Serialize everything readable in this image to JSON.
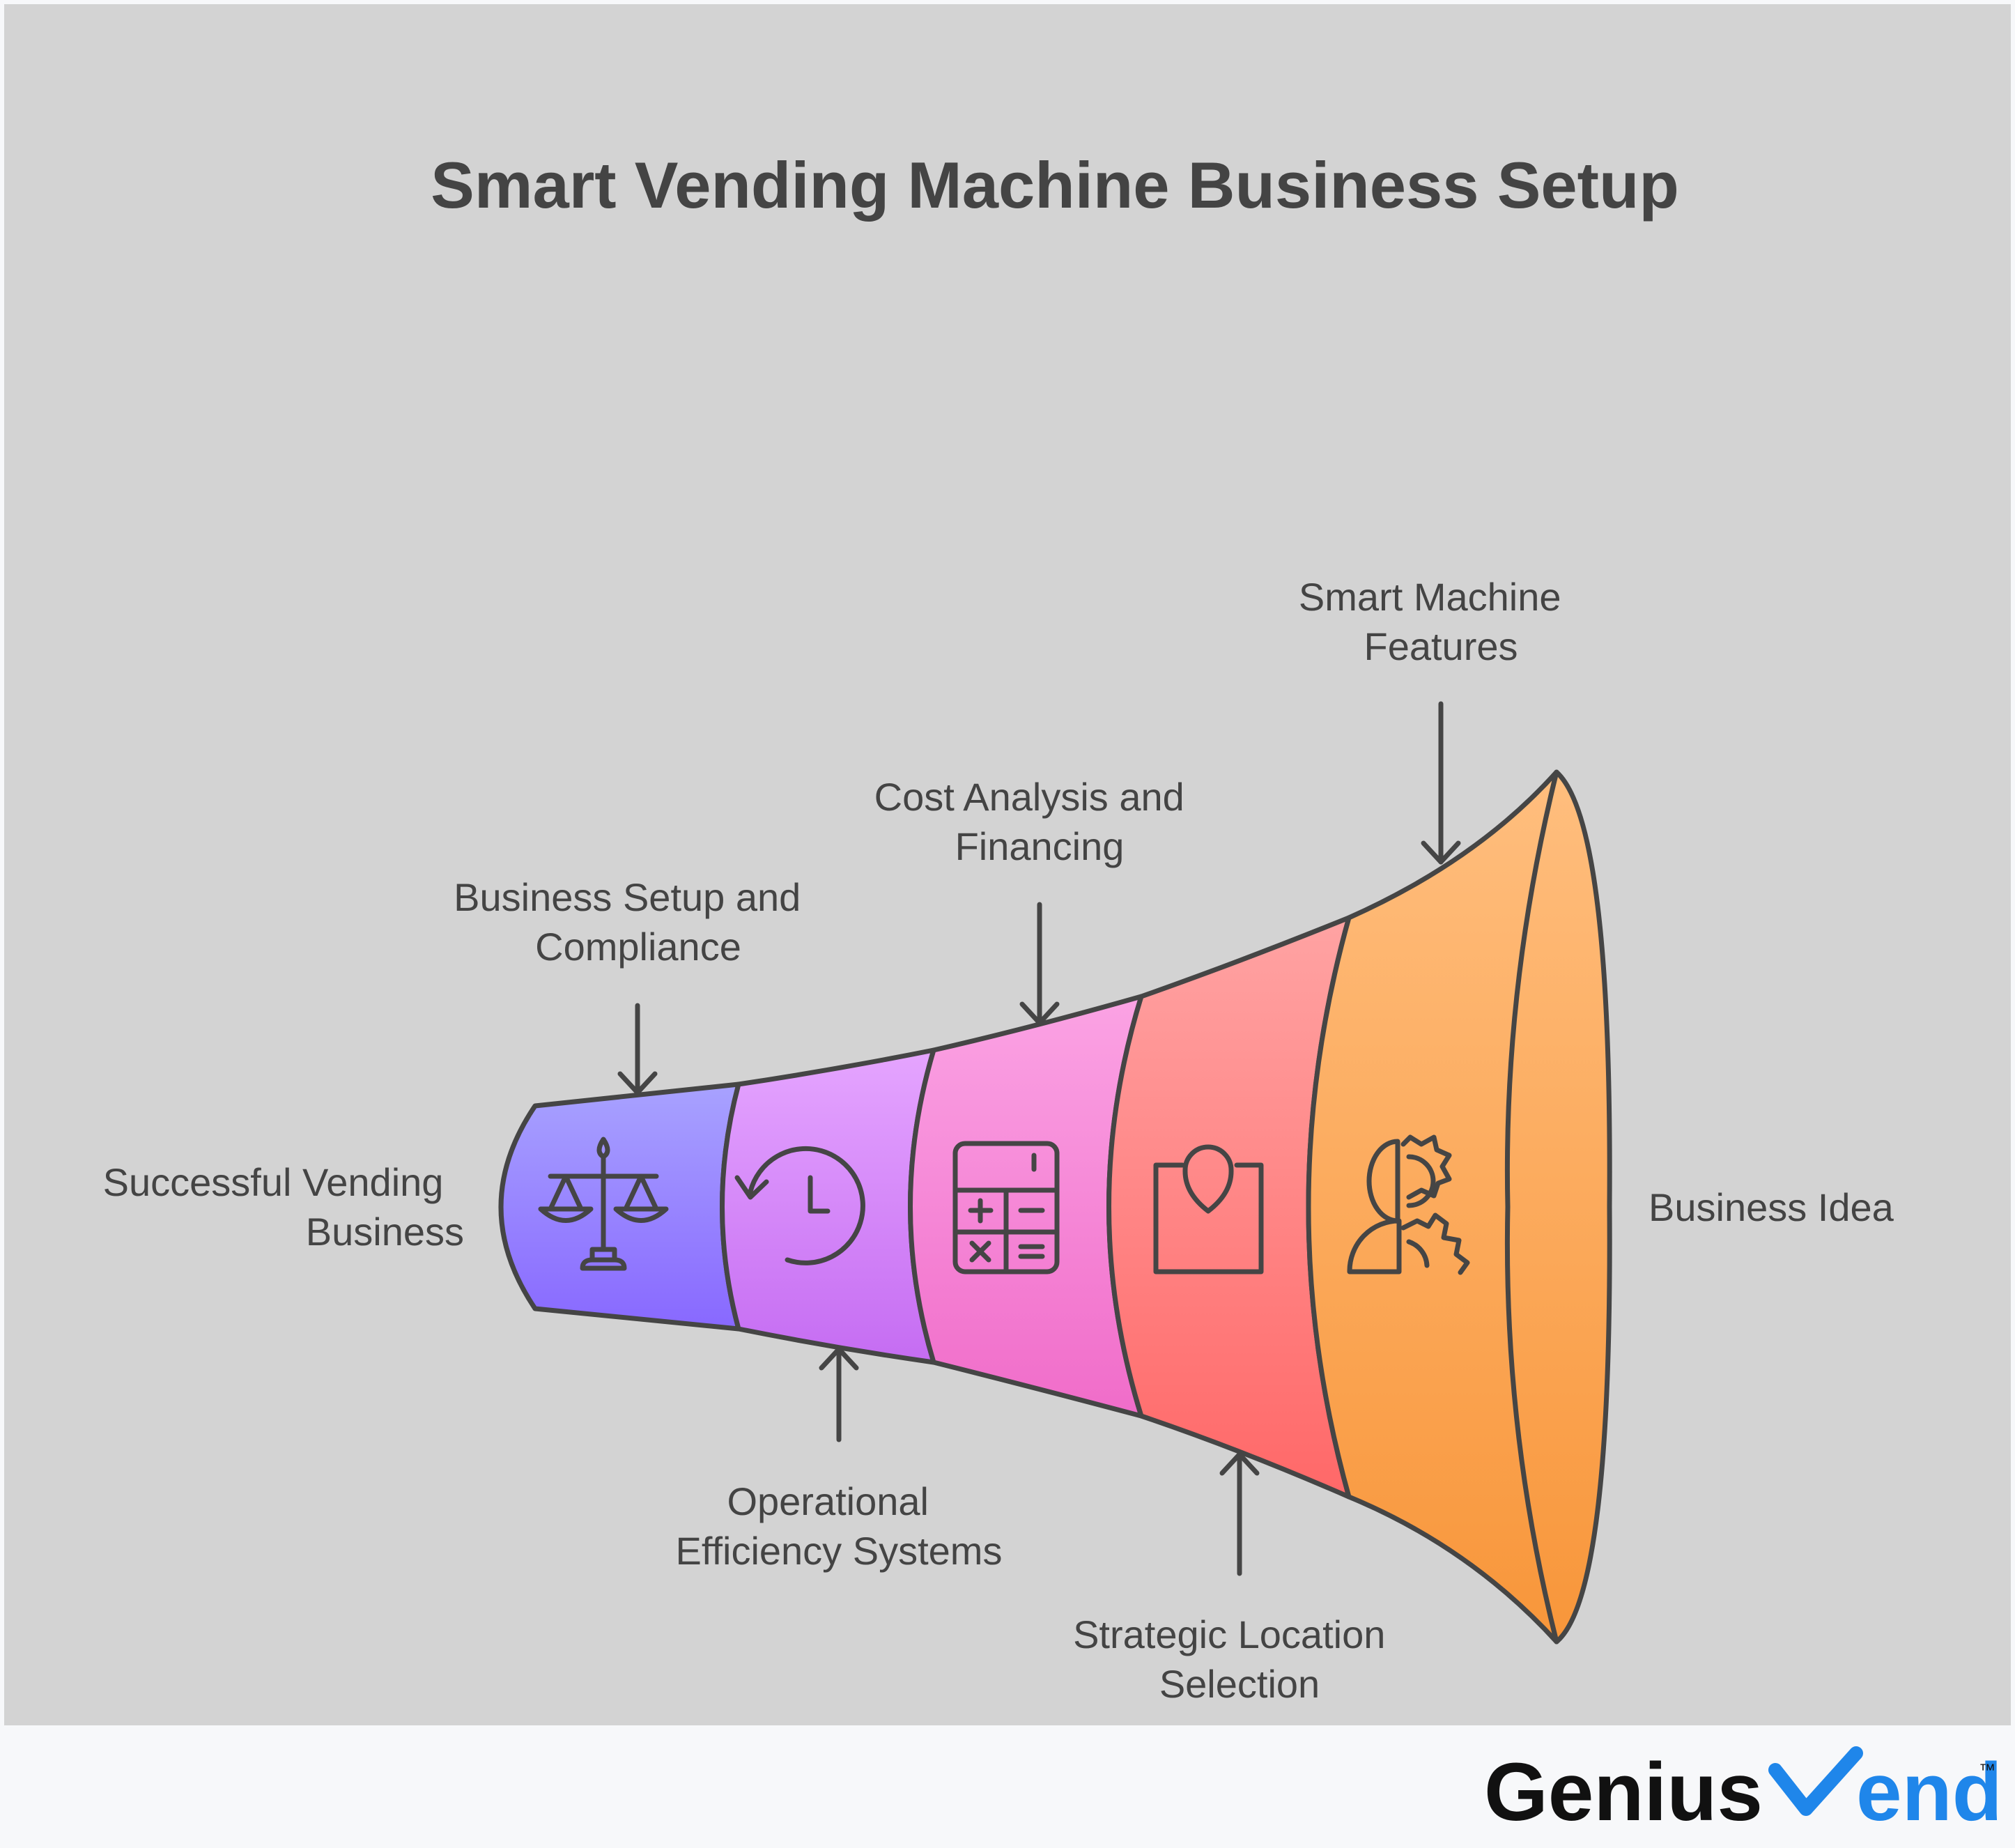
{
  "title": "Smart Vending Machine Business Setup",
  "stages": [
    {
      "id": "successful-vending-business",
      "label_lines": [
        "Successful Vending",
        "Business"
      ],
      "icon": "balance-scale-icon"
    },
    {
      "id": "business-setup-compliance",
      "label_lines": [
        "Business Setup and",
        "Compliance"
      ],
      "icon": "history-clock-icon"
    },
    {
      "id": "operational-efficiency",
      "label_lines": [
        "Operational",
        "Efficiency Systems"
      ],
      "icon": "calculator-icon"
    },
    {
      "id": "cost-analysis-financing",
      "label_lines": [
        "Cost Analysis and",
        "Financing"
      ],
      "icon": "location-pin-icon"
    },
    {
      "id": "strategic-location",
      "label_lines": [
        "Strategic Location",
        "Selection"
      ],
      "icon": "head-gear-icon"
    },
    {
      "id": "smart-machine-features",
      "label_lines": [
        "Smart Machine",
        "Features"
      ],
      "icon": null
    },
    {
      "id": "business-idea",
      "label_lines": [
        "Business Idea"
      ],
      "icon": null
    }
  ],
  "colors": {
    "background": "#d3d3d3",
    "footer": "#f7f8fa",
    "text": "#444444",
    "segment_1": [
      "#a8a2ff",
      "#8868ff"
    ],
    "segment_2": [
      "#e5a5ff",
      "#c56cf2"
    ],
    "segment_3": [
      "#fba3e4",
      "#f06cc9"
    ],
    "segment_4": [
      "#ffa3a3",
      "#ff6868"
    ],
    "segment_5": [
      "#ffbe7e",
      "#f8963a"
    ],
    "brand_accent": "#1f86ea"
  },
  "brand": {
    "name_part1": "Genius",
    "name_part2": "end",
    "trademark": "™"
  }
}
